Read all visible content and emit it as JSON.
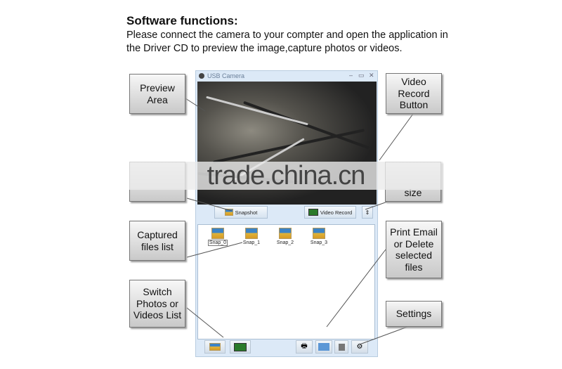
{
  "heading": "Software functions:",
  "intro": "Please connect the camera to your compter and open the application in the Driver CD to preview the image,capture photos or videos.",
  "window": {
    "title": "USB Camera",
    "controls": [
      "–",
      "▭",
      "✕"
    ],
    "snapshot_label": "Snapshot",
    "video_record_label": "Video Record",
    "files": [
      "Snap_0",
      "Snap_1",
      "Snap_2",
      "Snap_3"
    ]
  },
  "callouts": {
    "preview": "Preview Area",
    "video": "Video Record Button",
    "size": "size",
    "captured": "Captured files list",
    "switch": "Switch Photos or Videos List",
    "print": "Print Email or Delete selected files",
    "settings": "Settings"
  },
  "watermark": "trade.china.cn"
}
